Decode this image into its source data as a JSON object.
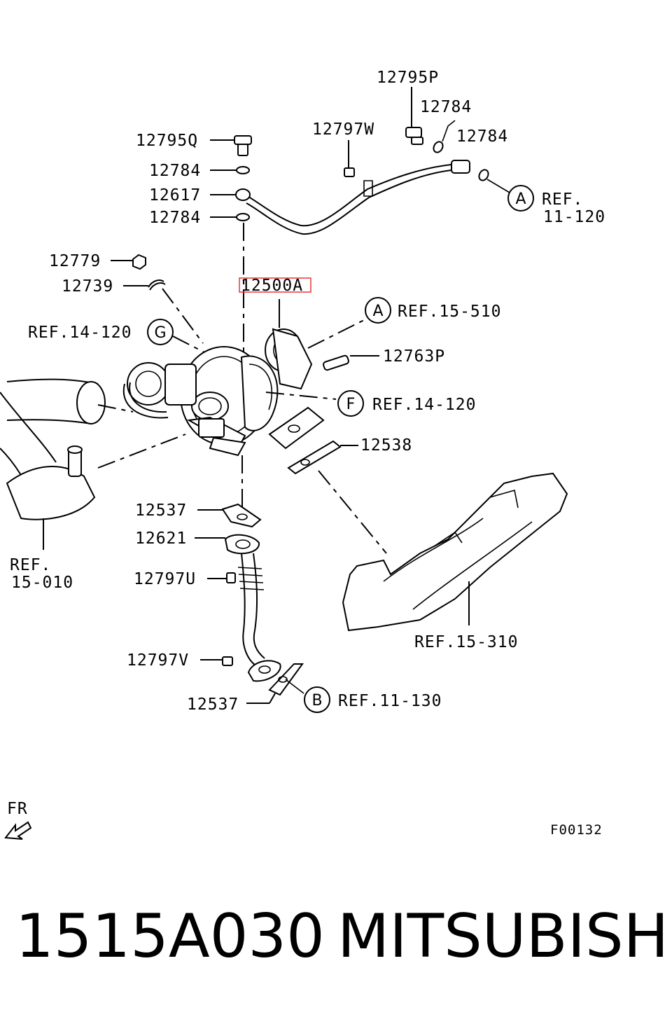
{
  "diagram": {
    "callouts": {
      "c12795P": "12795P",
      "c12784a": "12784",
      "c12784b": "12784",
      "c12797W": "12797W",
      "c12795Q": "12795Q",
      "c12784c": "12784",
      "c12617": "12617",
      "c12784d": "12784",
      "c12779": "12779",
      "c12739": "12739",
      "c12500A": "12500A",
      "c12763P": "12763P",
      "c12538": "12538",
      "c12537a": "12537",
      "c12621": "12621",
      "c12797U": "12797U",
      "c12797V": "12797V",
      "c12537b": "12537"
    },
    "references": {
      "refA_top_line1": "REF.",
      "refA_top_line2": "11-120",
      "refA_mid": "REF.15-510",
      "refG": "REF.14-120",
      "refF": "REF.14-120",
      "ref15_010_line1": "REF.",
      "ref15_010_line2": "15-010",
      "ref15_310": "REF.15-310",
      "refB": "REF.11-130"
    },
    "circle_letters": {
      "A1": "A",
      "A2": "A",
      "G": "G",
      "F": "F",
      "B": "B"
    },
    "direction_label": "FR",
    "figure_code": "F00132",
    "highlight_color": "#e53935"
  },
  "caption": {
    "part_number": "1515A030",
    "brand": "MITSUBISHI"
  }
}
